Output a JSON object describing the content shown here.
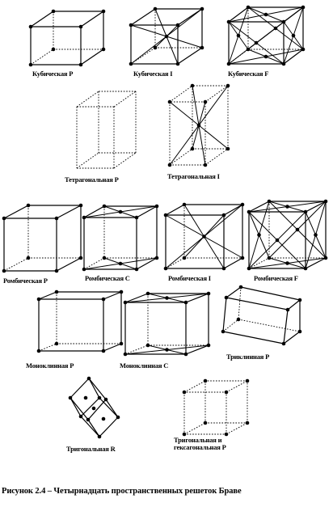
{
  "caption": "Рисунок 2.4 – Четырнадцать пространственных решеток Браве",
  "labels": {
    "cubic_p": "Кубическая P",
    "cubic_i": "Кубическая I",
    "cubic_f": "Кубическая F",
    "tetragonal_p": "Тетрагональная P",
    "tetragonal_i": "Тетрагональная I",
    "ortho_p": "Ромбическая P",
    "ortho_c": "Ромбическая C",
    "ortho_i": "Ромбическая I",
    "ortho_f": "Ромбическая F",
    "mono_p": "Моноклинная P",
    "mono_c": "Моноклинная C",
    "triclinic_p": "Триклинная P",
    "trigonal_r": "Тригональная R",
    "trigonal_hex_p": "Тригональная и гексагональная P"
  }
}
